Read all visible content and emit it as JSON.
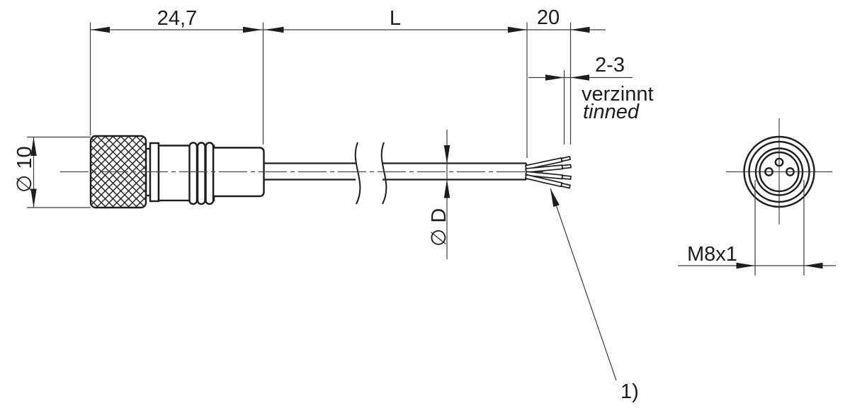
{
  "drawing": {
    "labels": {
      "connector_length": "24,7",
      "cable_length": "L",
      "stripped_length": "20",
      "tinned_length": "2-3",
      "tinned_de": "verzinnt",
      "tinned_en": "tinned",
      "connector_diameter": "∅ 10",
      "cable_diameter": "∅ D",
      "thread_size": "M8x1",
      "footnote_ref": "1)"
    },
    "colors": {
      "line": "#1d1d1b",
      "thin_line": "#3c3c3c",
      "background": "#ffffff"
    }
  }
}
